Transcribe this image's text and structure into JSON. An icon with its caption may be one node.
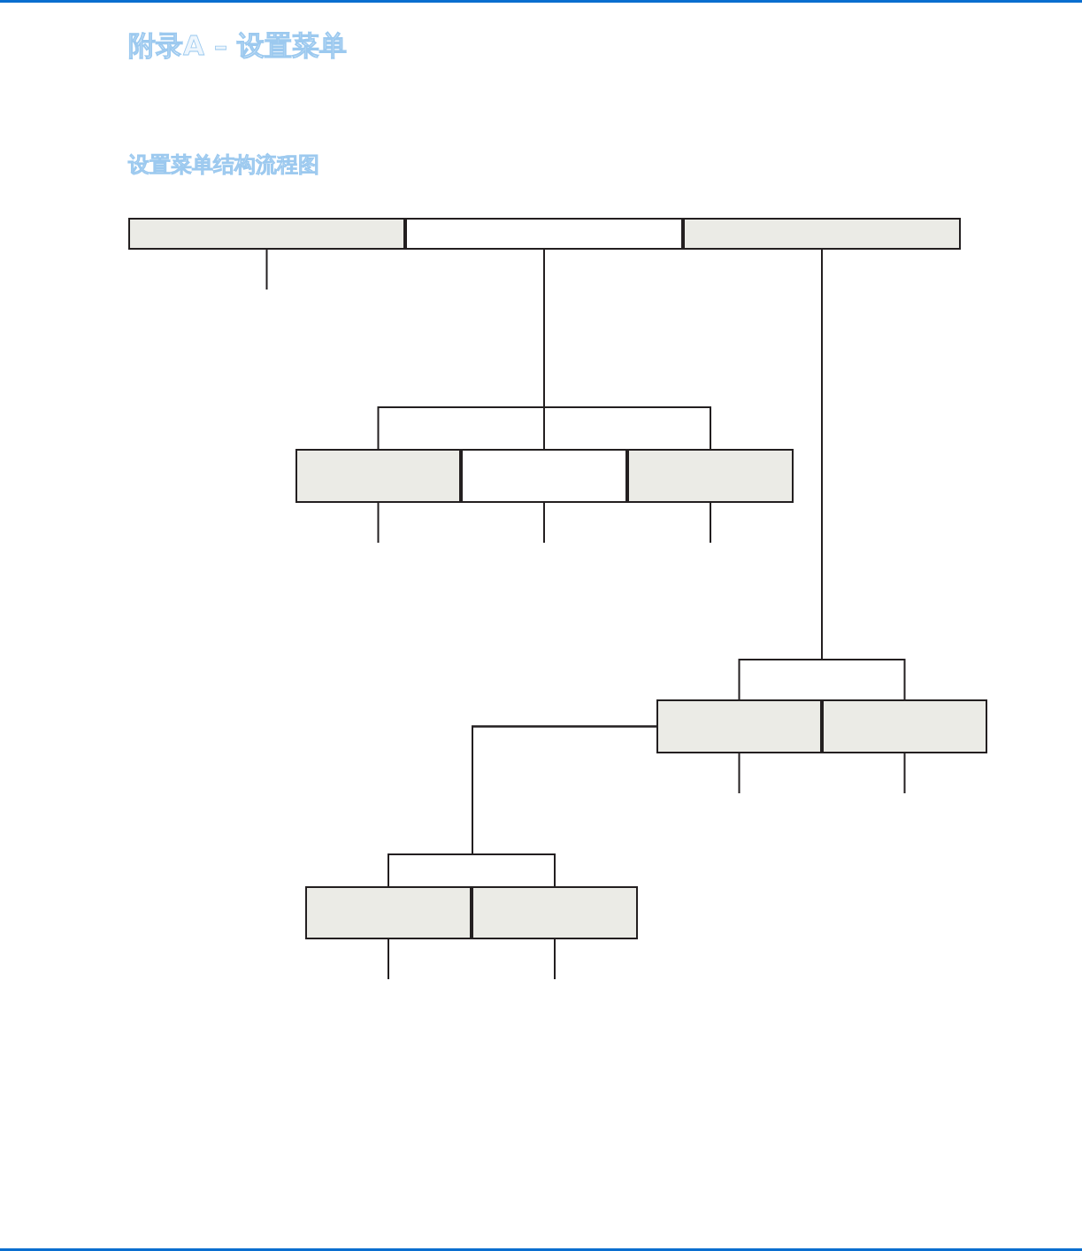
{
  "diagram": {
    "title": "附录A – 设置菜单",
    "nodes": [
      {
        "text": [],
        "shape": "box"
      },
      {
        "text": [],
        "shape": "box"
      },
      {
        "text": [],
        "shape": "box"
      },
      {
        "text": [],
        "shape": "box"
      },
      {
        "text": [],
        "shape": "box"
      },
      {
        "text": [],
        "shape": "box"
      },
      {
        "text": [],
        "shape": "box"
      },
      {
        "text": [],
        "shape": "box"
      },
      {
        "text": [],
        "shape": "box"
      },
      {
        "text": [],
        "shape": "box"
      }
    ],
    "edges": [
      {
        "from": 1,
        "to": 3,
        "arrow": "none"
      },
      {
        "from": 1,
        "to": 4,
        "arrow": "none"
      },
      {
        "from": 1,
        "to": 5,
        "arrow": "none"
      },
      {
        "from": 2,
        "to": 6,
        "arrow": "none"
      },
      {
        "from": 2,
        "to": 7,
        "arrow": "none"
      },
      {
        "from": 6,
        "to": 8,
        "arrow": "none"
      },
      {
        "from": 6,
        "to": 9,
        "arrow": "none"
      },
      {
        "from": 0,
        "to": null,
        "arrow": "none"
      },
      {
        "from": 3,
        "to": null,
        "arrow": "none"
      },
      {
        "from": 4,
        "to": null,
        "arrow": "none"
      },
      {
        "from": 5,
        "to": null,
        "arrow": "none"
      },
      {
        "from": 6,
        "to": null,
        "arrow": "none"
      },
      {
        "from": 7,
        "to": null,
        "arrow": "none"
      },
      {
        "from": 8,
        "to": null,
        "arrow": "none"
      },
      {
        "from": 9,
        "to": null,
        "arrow": "none"
      }
    ],
    "labels": [
      "设置菜单结构流程图"
    ]
  }
}
